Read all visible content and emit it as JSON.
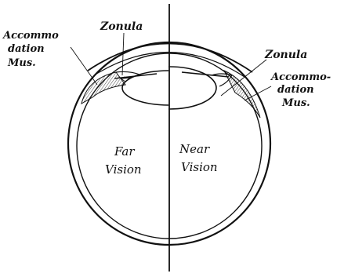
{
  "labels": {
    "left_accommodation": [
      "Accommo",
      "dation",
      "Mus."
    ],
    "left_zonula": "Zonula",
    "right_zonula": "Zonula",
    "right_accommodation": [
      "Accommo-",
      "dation",
      "Mus."
    ],
    "far_vision": [
      "Far",
      "Vision"
    ],
    "near_vision": [
      "Near",
      "Vision"
    ]
  }
}
